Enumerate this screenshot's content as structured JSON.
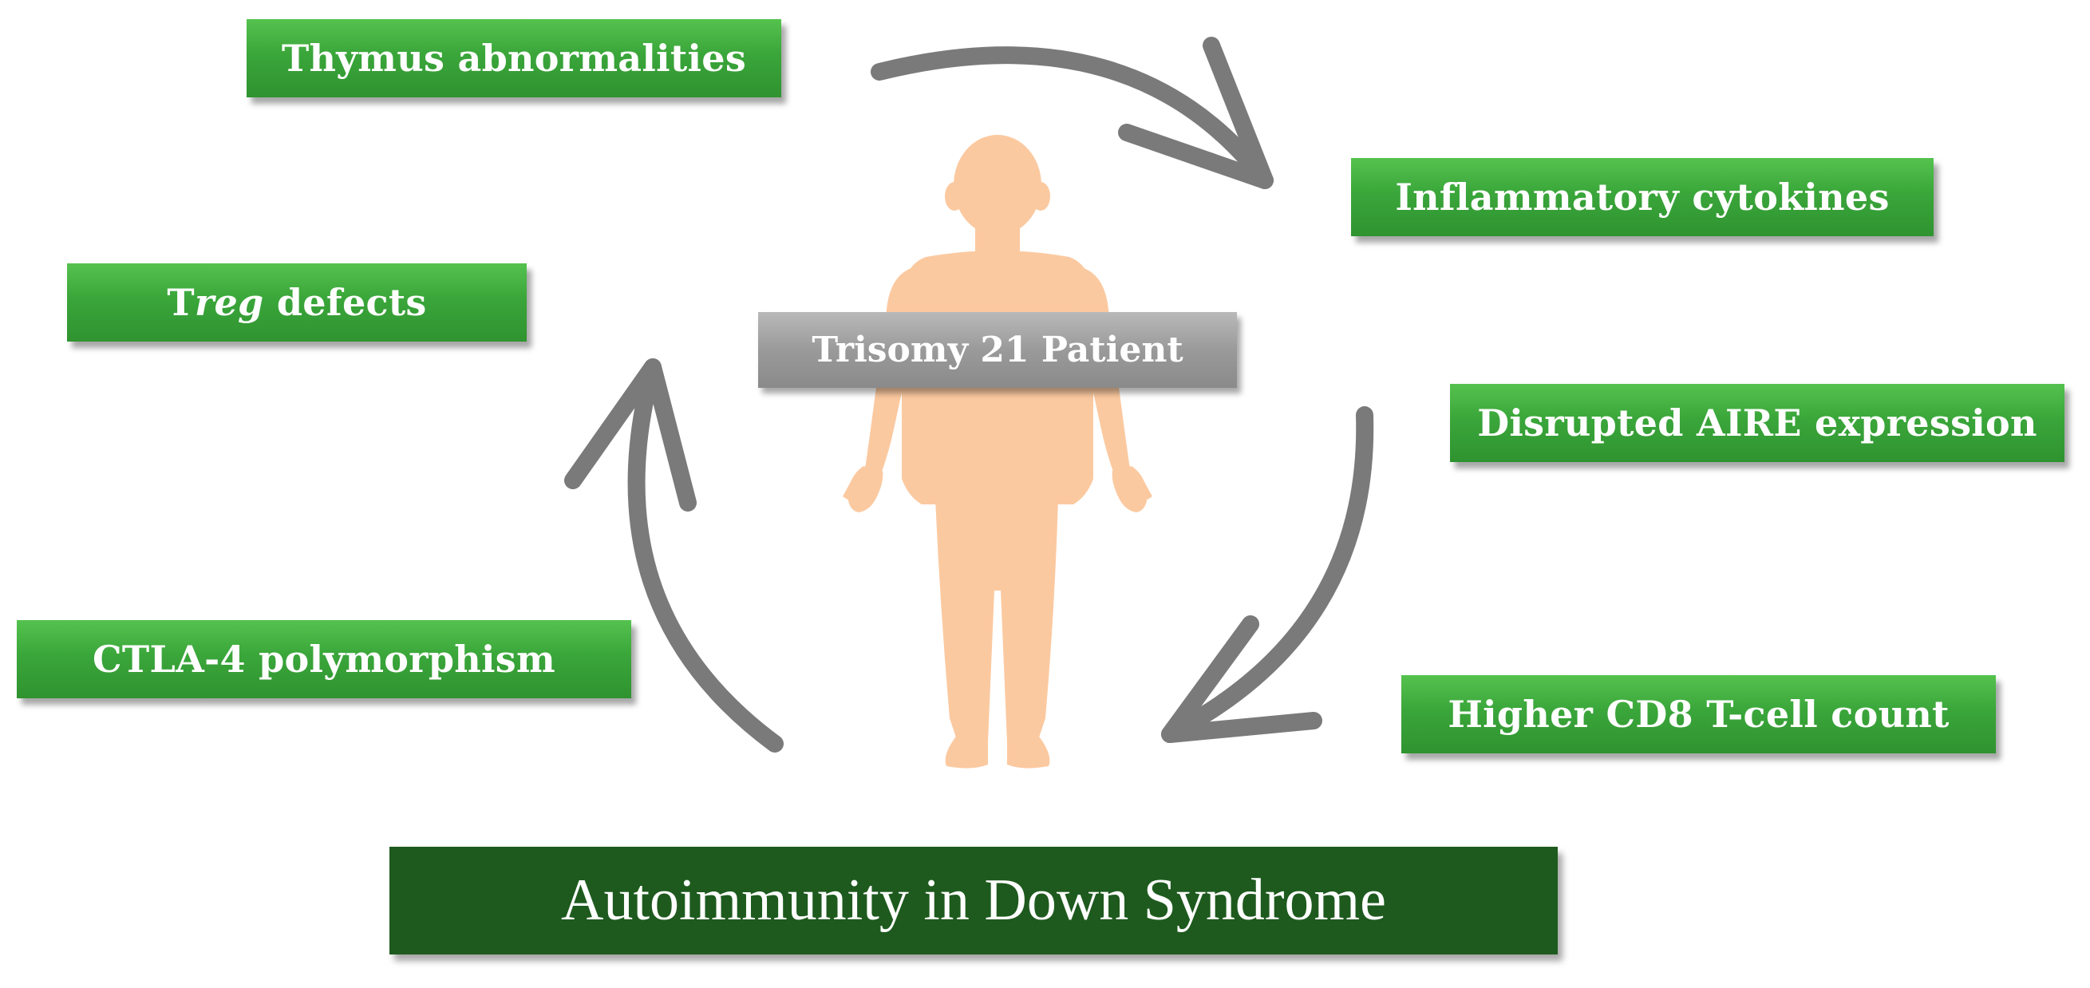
{
  "title": "Autoimmunity in Down Syndrome",
  "center_label": "Trisomy 21 Patient",
  "factors_left": {
    "thymus": "Thymus abnormalities",
    "treg_prefix": "T",
    "treg_italic": "reg",
    "treg_suffix": " defects",
    "ctla": "CTLA-4 polymorphism"
  },
  "factors_right": {
    "inflammatory": "Inflammatory cytokines",
    "aire": "Disrupted AIRE expression",
    "cd8": "Higher CD8 T-cell count"
  },
  "colors": {
    "factor_box": "#3aa63a",
    "title_banner": "#1e5a1e",
    "label_box": "#9a9a9a",
    "arrow": "#7a7a7a",
    "body_figure": "#fbc9a0"
  }
}
